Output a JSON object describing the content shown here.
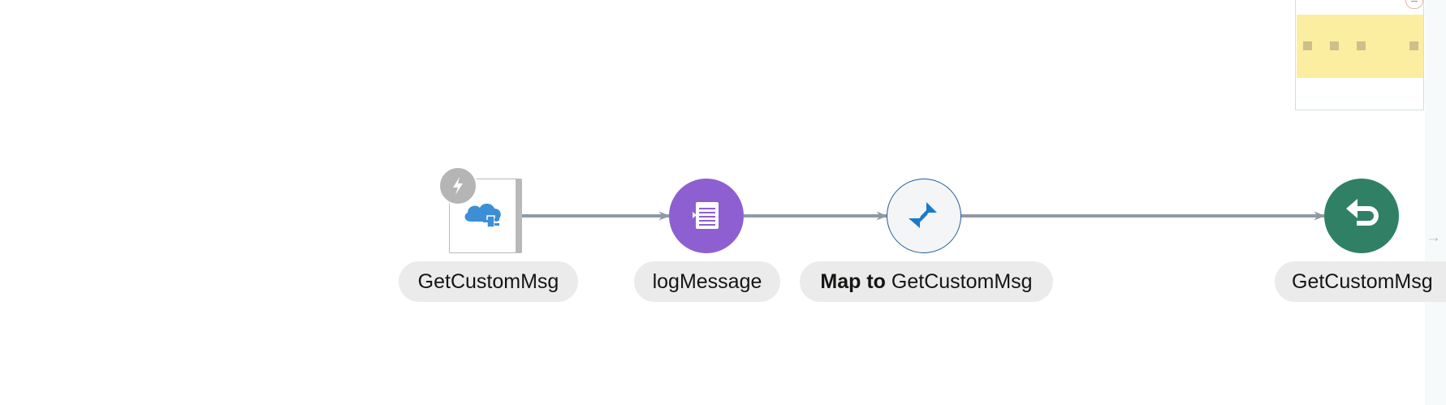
{
  "flow": {
    "nodes": [
      {
        "id": "trigger",
        "icon": "cloud-plug-icon",
        "badge_icon": "lightning-icon",
        "label": "GetCustomMsg"
      },
      {
        "id": "log",
        "icon": "log-document-icon",
        "label": "logMessage"
      },
      {
        "id": "map",
        "icon": "map-arrows-icon",
        "label_prefix": "Map to",
        "label": "GetCustomMsg"
      },
      {
        "id": "return",
        "icon": "return-arrow-icon",
        "label": "GetCustomMsg"
      }
    ]
  },
  "colors": {
    "connector": "#8e9aa3",
    "log_node": "#8e5fd1",
    "map_node_border": "#1e5b96",
    "return_node": "#2f8065",
    "trigger_icon": "#3c8fd6",
    "label_background": "#ebebeb",
    "minimap_band": "#fbeea0"
  },
  "minimap": {
    "toggle_icon": "collapse-icon"
  }
}
